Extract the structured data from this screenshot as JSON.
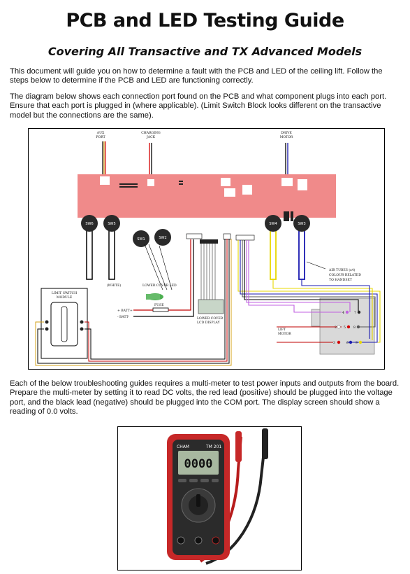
{
  "header": {
    "title": "PCB and LED Testing Guide",
    "subtitle": "Covering All Transactive and TX Advanced Models"
  },
  "intro": {
    "p1": "This document will guide you on how to determine a fault with the PCB and LED of the ceiling lift. Follow the steps below to determine if the PCB and LED are functioning correctly.",
    "p2": "The diagram below shows each connection port found on the PCB and what component plugs into each port. Ensure that each port is plugged in (where applicable). (Limit Switch Block looks different on the transactive model but the connections are the same)."
  },
  "diagram": {
    "labels": {
      "aux_port": "AUX\nPORT",
      "charging_jack": "CHARGING\nJACK",
      "drive_motor": "DRIVE\nMOTOR",
      "white": "(WHITE)",
      "limit_switch": "LIMIT SWITCH\nMODULE",
      "lower_cover_led": "LOWER COVER LED",
      "fuse": "FUSE",
      "batt_pos": "+ BATT+",
      "batt_neg": "- BATT-",
      "lower_cover_lcd": "LOWER COVER\nLCD DISPLAY",
      "air_tubes": "AIR TUBES (x4)\nCOLOUR RELATED\nTO HANDSET",
      "lift_motor": "LIFT\nMOTOR"
    },
    "switches": [
      "SW6",
      "SW5",
      "SW1",
      "SW2",
      "SW4",
      "SW3"
    ],
    "handset_pins": [
      "1",
      "2",
      "3",
      "4",
      "5",
      "6",
      "7",
      "8",
      "9"
    ]
  },
  "body": {
    "p3": "Each of the below troubleshooting guides requires a multi-meter to test power inputs and outputs from the board. Prepare the multi-meter by setting it to read DC volts, the red lead (positive) should be plugged into the voltage port, and the black lead (negative) should be plugged into the COM port. The display screen should show a reading of 0.0 volts."
  },
  "multimeter": {
    "brand": "CHAM",
    "model": "TM 201",
    "display": "0000"
  },
  "colors": {
    "pcb": "#f08a8a",
    "meter_body": "#c62828",
    "red_lead": "#d50000",
    "black_lead": "#222222"
  }
}
